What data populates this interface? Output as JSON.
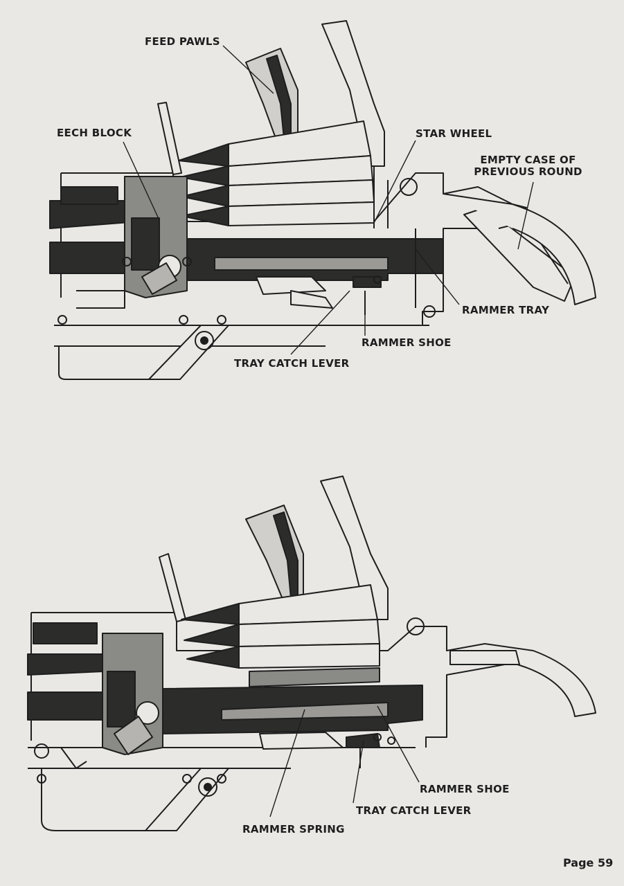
{
  "page": {
    "number_label": "Page 59"
  },
  "top_figure": {
    "labels": {
      "feed_pawls": "FEED PAWLS",
      "breech_block": "EECH BLOCK",
      "star_wheel": "STAR WHEEL",
      "empty_case_line1": "EMPTY CASE OF",
      "empty_case_line2": "PREVIOUS ROUND",
      "rammer_tray": "RAMMER TRAY",
      "rammer_shoe": "RAMMER SHOE",
      "tray_catch_lever": "TRAY CATCH LEVER"
    }
  },
  "bottom_figure": {
    "labels": {
      "rammer_shoe": "RAMMER SHOE",
      "tray_catch_lever": "TRAY CATCH LEVER",
      "rammer_spring": "RAMMER SPRING"
    }
  },
  "colors": {
    "paper": "#e9e8e4",
    "ink": "#1e1e1e",
    "gray_fill": "#8a8a86",
    "dark_fill": "#2c2c2a"
  }
}
